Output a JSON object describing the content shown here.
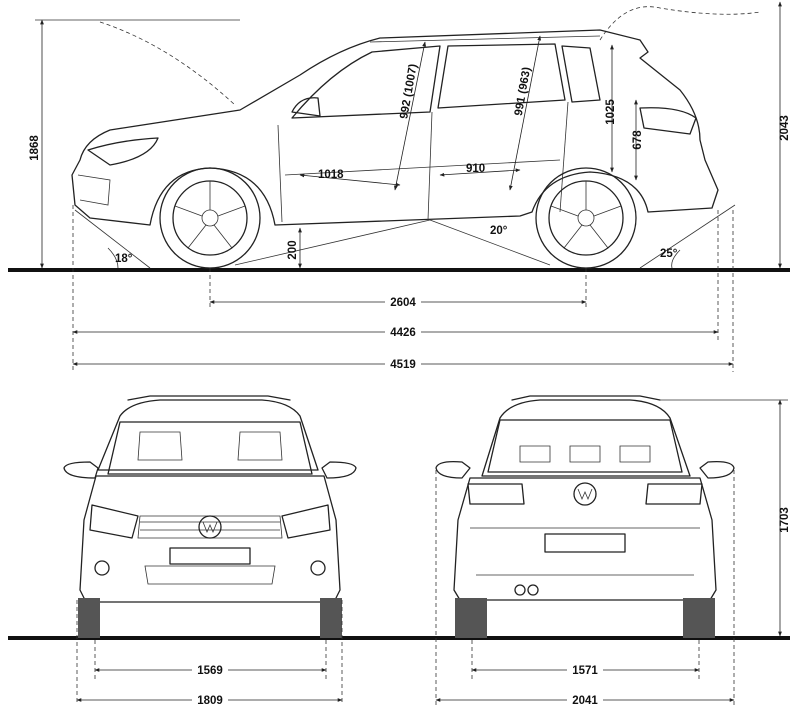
{
  "dimensions": {
    "overall_height": "1868",
    "height_with_rails": "2043",
    "wheelbase": "2604",
    "length_body": "4426",
    "length_total": "4519",
    "approach_angle": "18°",
    "departure_angle": "25°",
    "ramp_angle": "20°",
    "ground_clearance": "200",
    "front_legroom": "1018",
    "rear_legroom": "910",
    "front_headroom": "992 (1007)",
    "rear_headroom": "991 (963)",
    "tailgate_height": "1025",
    "load_sill_height": "678",
    "front_track": "1569",
    "front_width": "1809",
    "rear_track": "1571",
    "rear_width": "2041",
    "height_rear_view": "1703"
  },
  "colors": {
    "ink": "#222222",
    "ground": "#111111",
    "background": "#ffffff"
  }
}
